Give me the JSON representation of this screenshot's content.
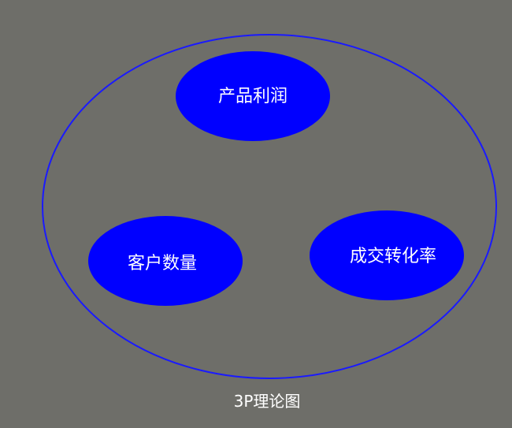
{
  "diagram": {
    "caption": "3P理论图",
    "nodes": [
      {
        "id": "profit",
        "label": "产品利润"
      },
      {
        "id": "customers",
        "label": "客户数量"
      },
      {
        "id": "conversion",
        "label": "成交转化率"
      }
    ]
  },
  "colors": {
    "background": "#6e6e69",
    "outer_ring": "#1a1aff",
    "node_fill": "#0000ff",
    "text": "#ffffff"
  }
}
